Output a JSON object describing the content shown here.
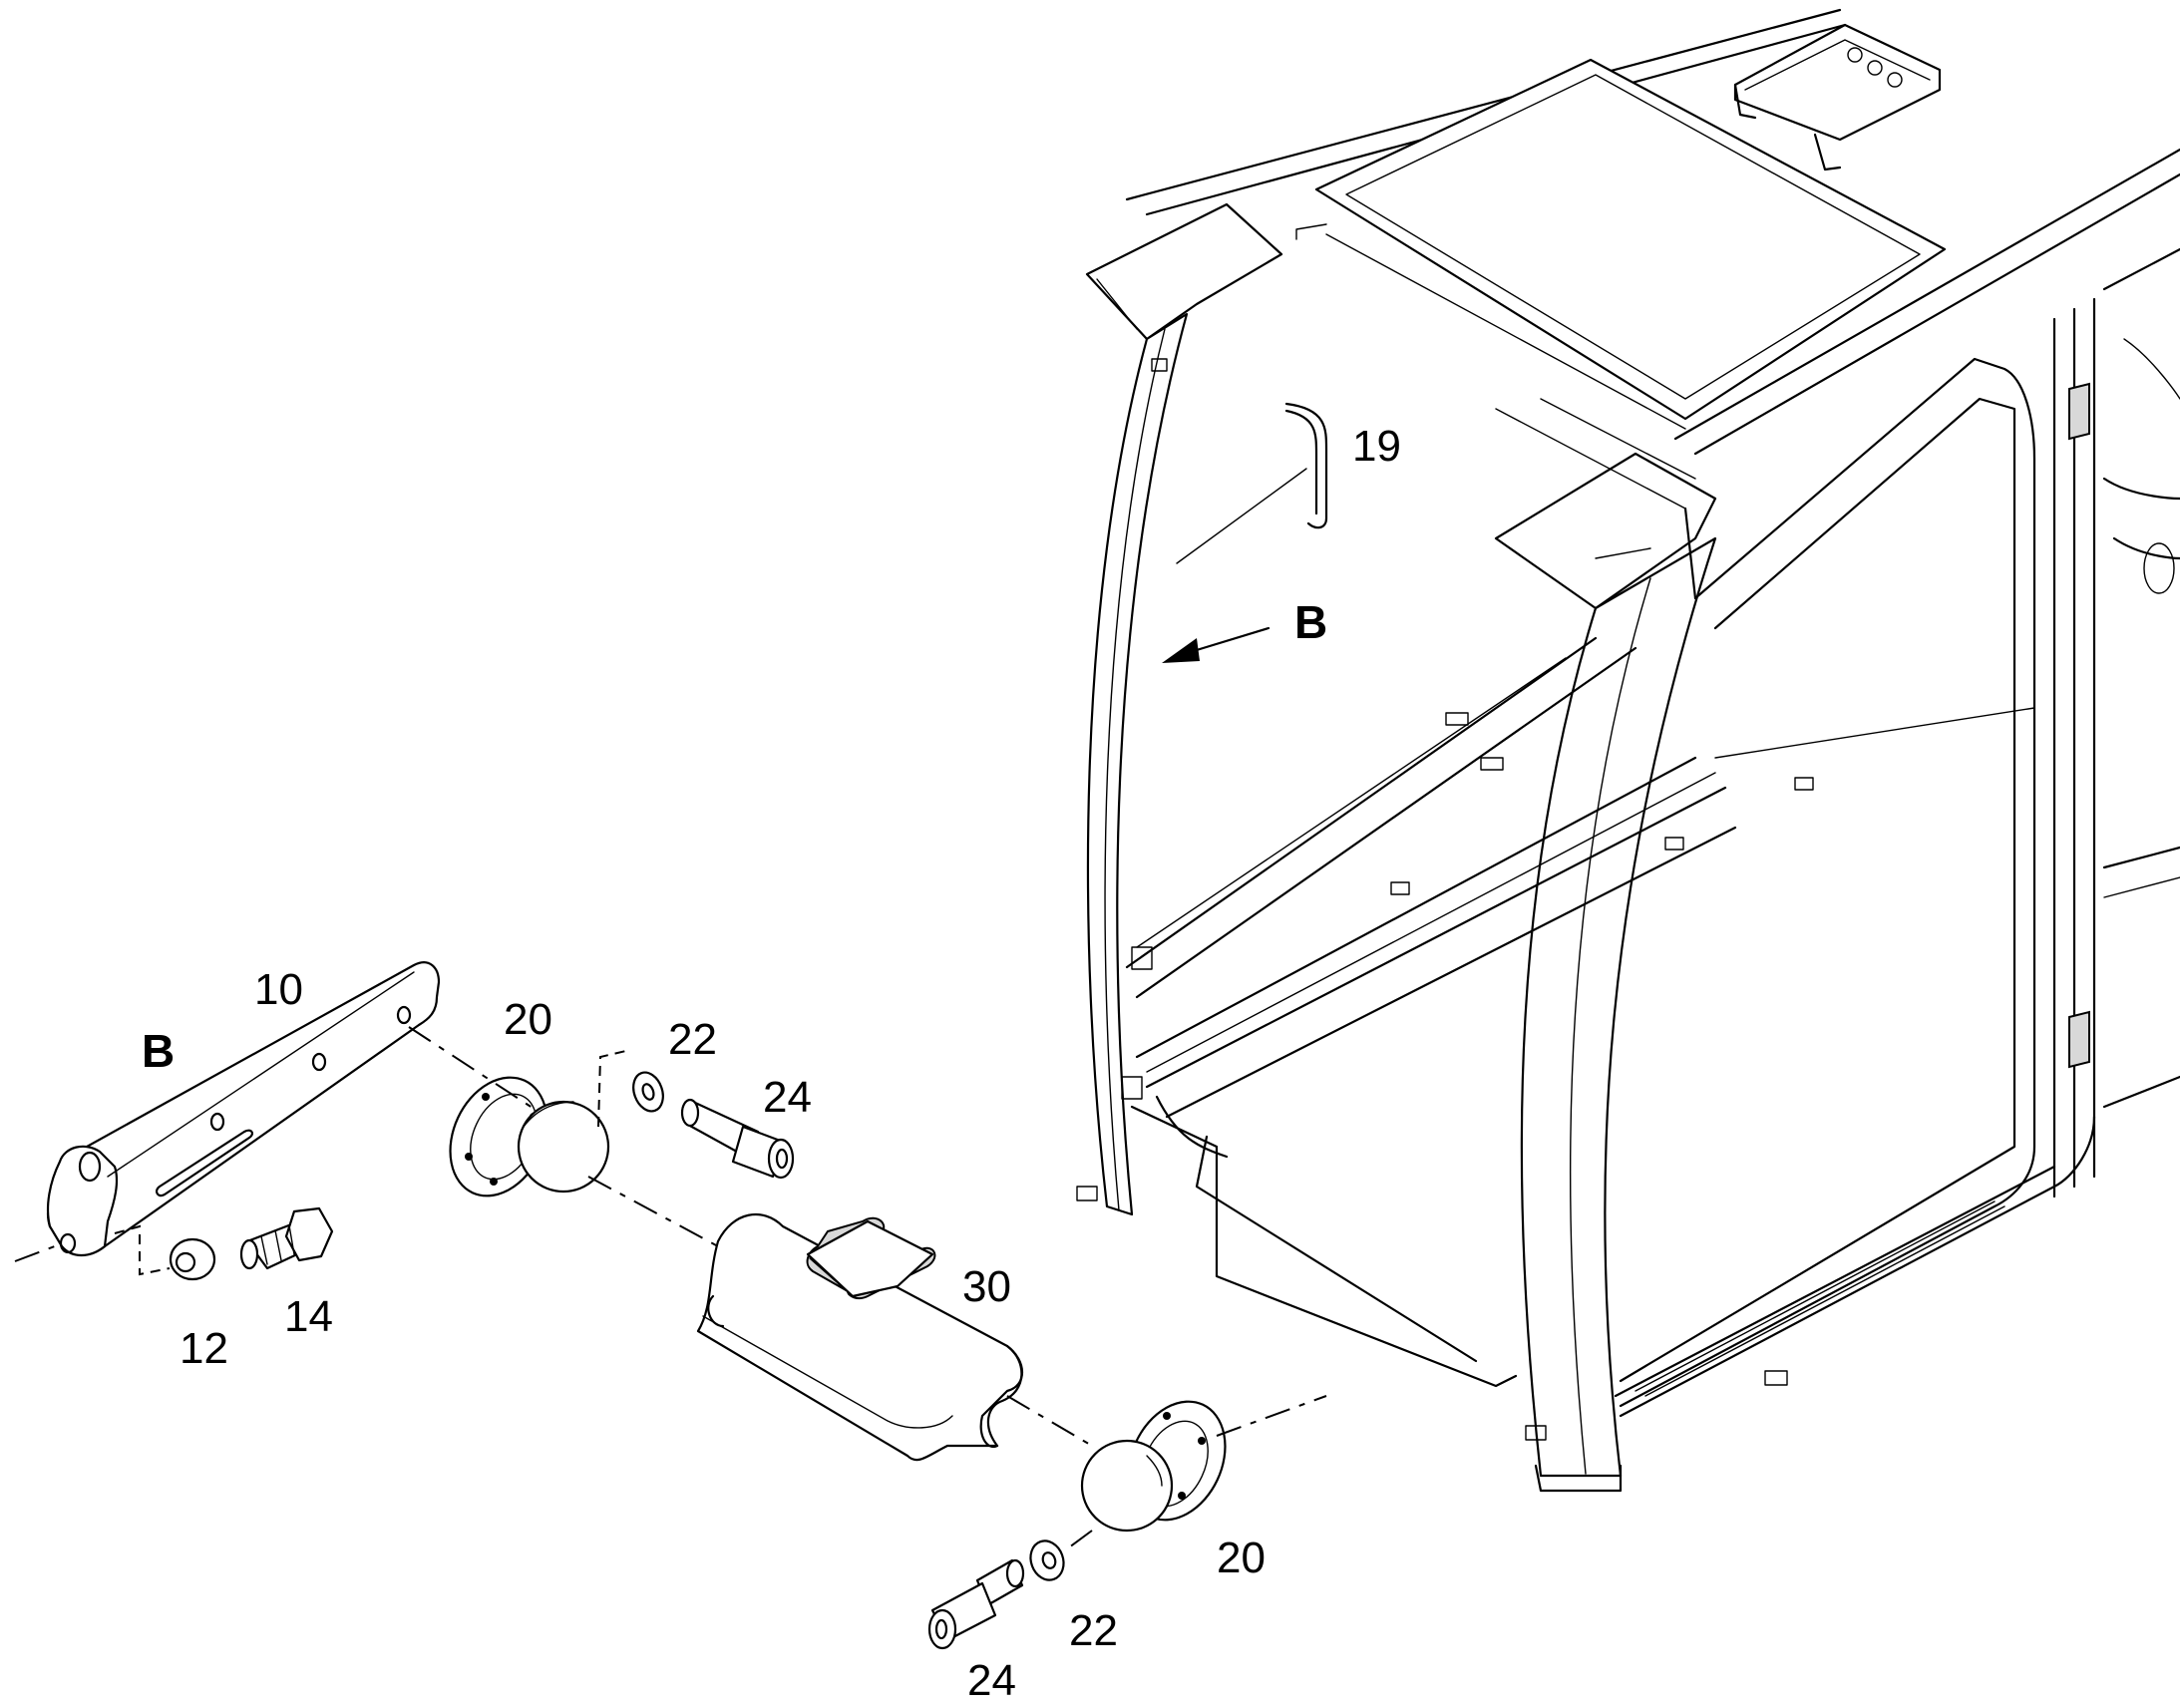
{
  "callouts": {
    "bracket_number": "10",
    "bracket_letter": "B",
    "washer_small": "12",
    "bolt_hex": "14",
    "grab_handle": "19",
    "ball_base_upper": "20",
    "ball_base_lower": "20",
    "washer_upper": "22",
    "washer_lower": "22",
    "screw_upper": "24",
    "screw_lower": "24",
    "clamp_arm": "30",
    "view_arrow": "B"
  }
}
